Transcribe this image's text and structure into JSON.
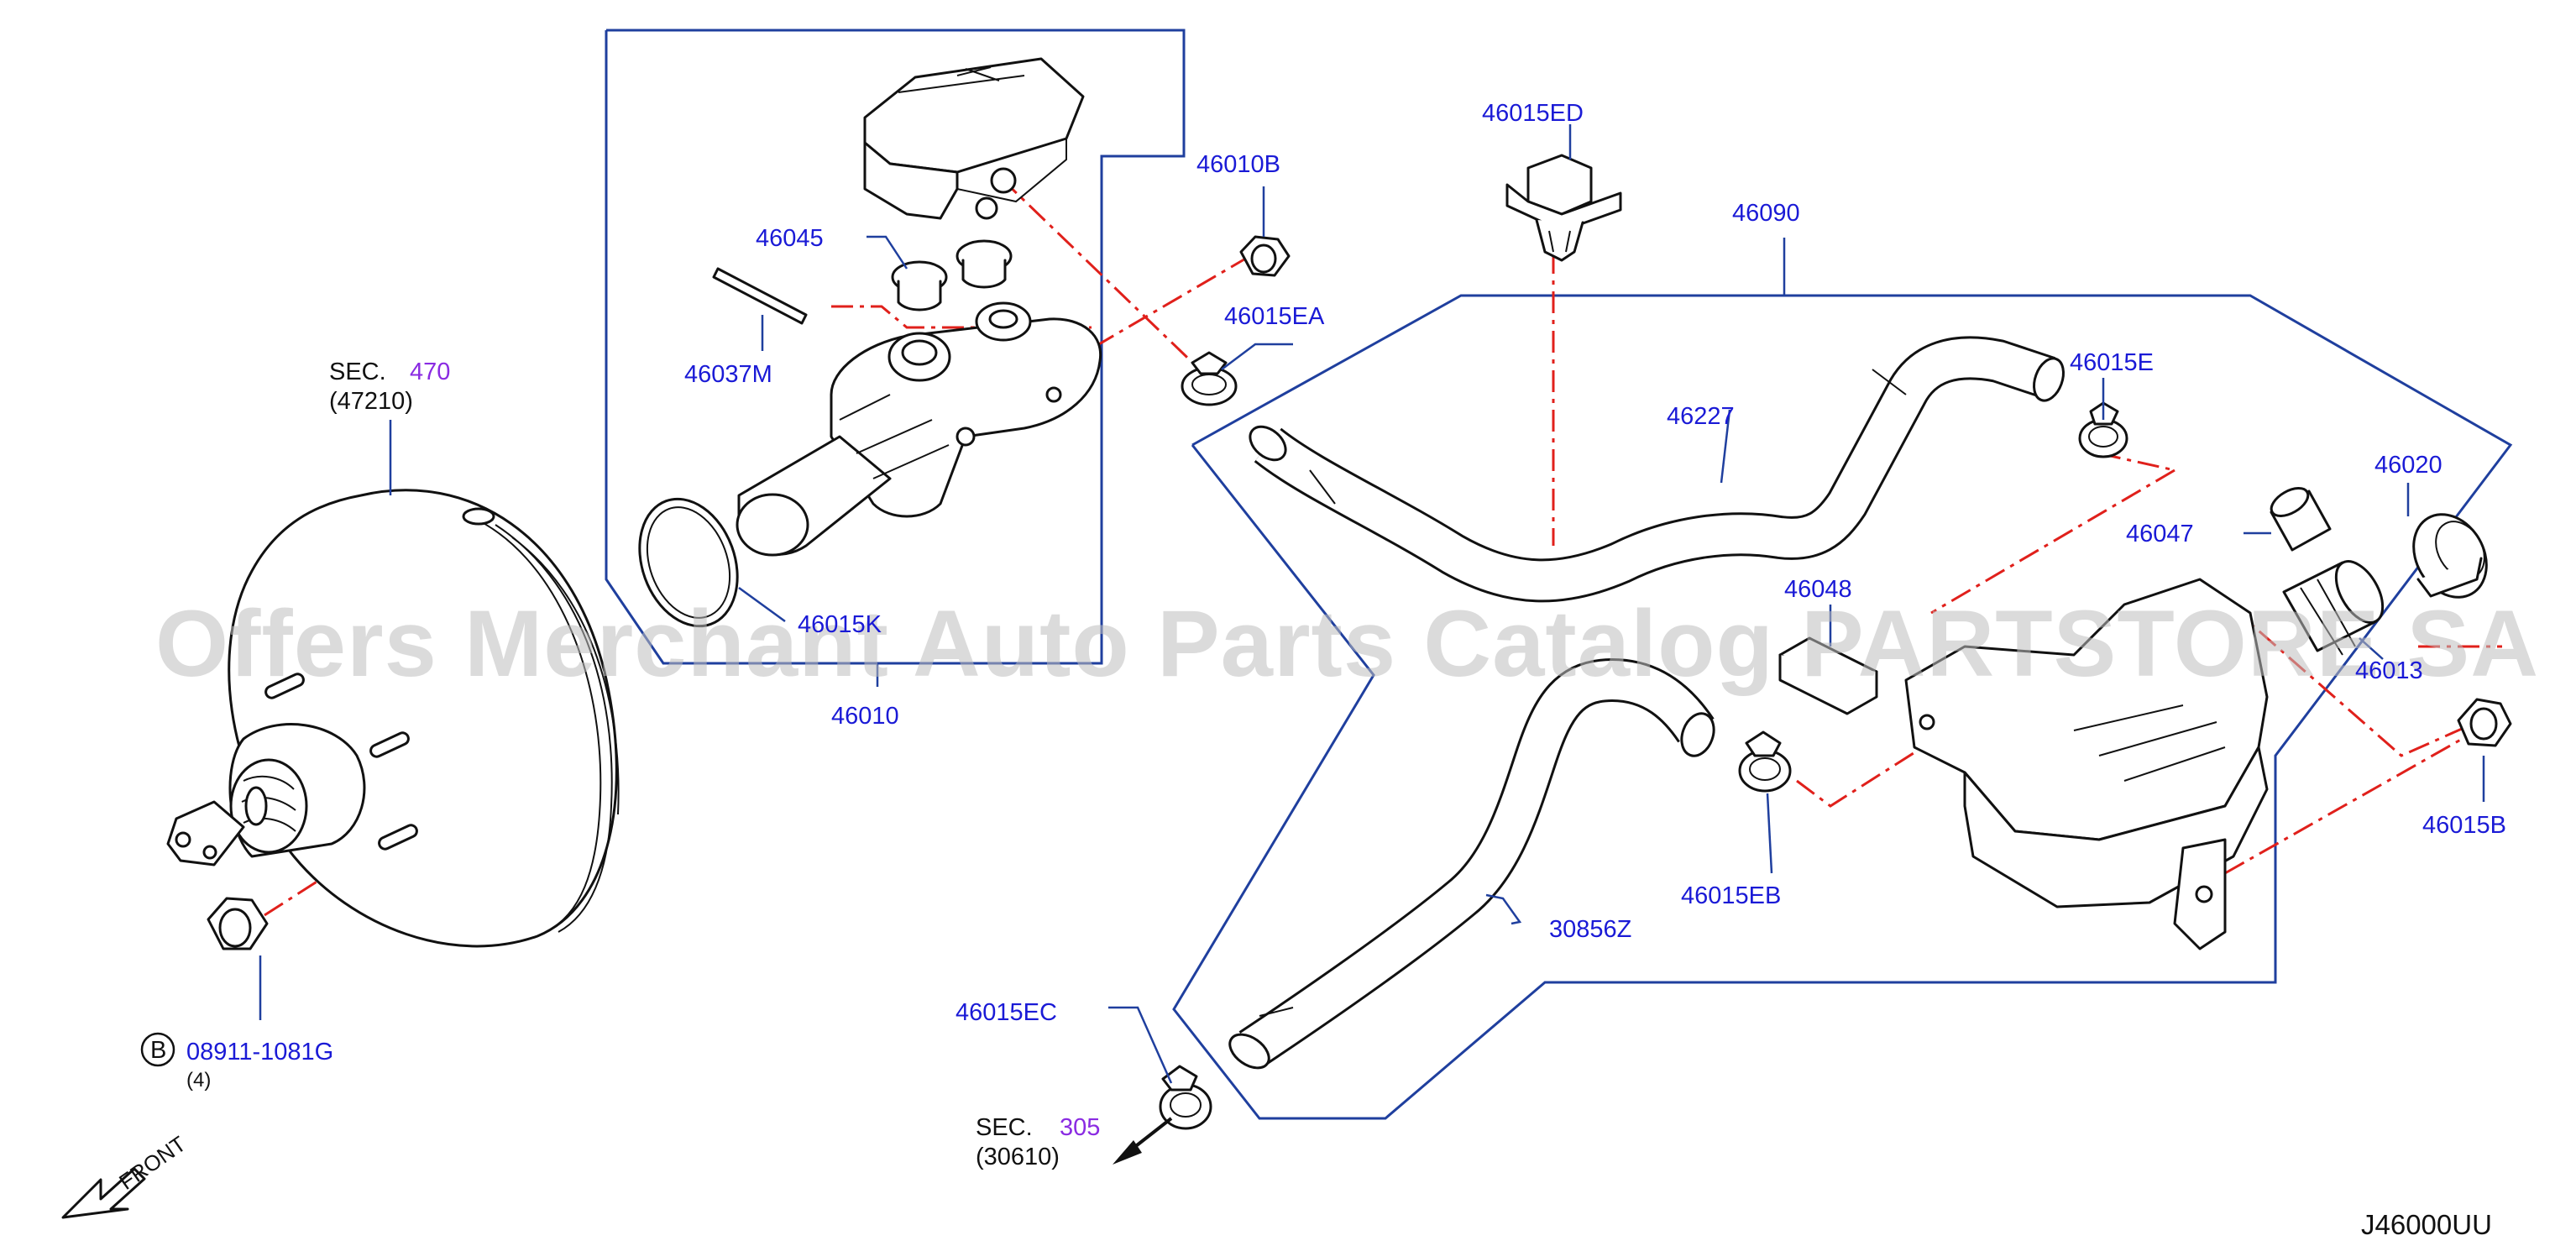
{
  "labels": {
    "sec470_prefix": "SEC.",
    "sec470_num": "470",
    "sec470_ref": "(47210)",
    "p46037M": "46037M",
    "p46045": "46045",
    "p46015K": "46015K",
    "p46010": "46010",
    "p46010B": "46010B",
    "p46015EA": "46015EA",
    "p46015ED": "46015ED",
    "p46090": "46090",
    "p46227": "46227",
    "p46015E": "46015E",
    "p46020": "46020",
    "p46047": "46047",
    "p46048": "46048",
    "p46013": "46013",
    "p46015B": "46015B",
    "p46015EB": "46015EB",
    "p30856Z": "30856Z",
    "p46015EC": "46015EC",
    "sec305_prefix": "SEC.",
    "sec305_num": "305",
    "sec305_ref": "(30610)",
    "bolt_badge": "B",
    "bolt_part": "08911-1081G",
    "bolt_qty": "(4)",
    "front": "FRONT",
    "diagram_code": "J46000UU"
  },
  "watermark": "Offers Merchant Auto Parts Catalog PARTSTORE.SA",
  "colors": {
    "part_label": "#1a1ad6",
    "frame": "#1f3f9e",
    "centerline": "#e0201b",
    "section_number": "#8a2be2",
    "watermark": "#bdbdbd"
  }
}
